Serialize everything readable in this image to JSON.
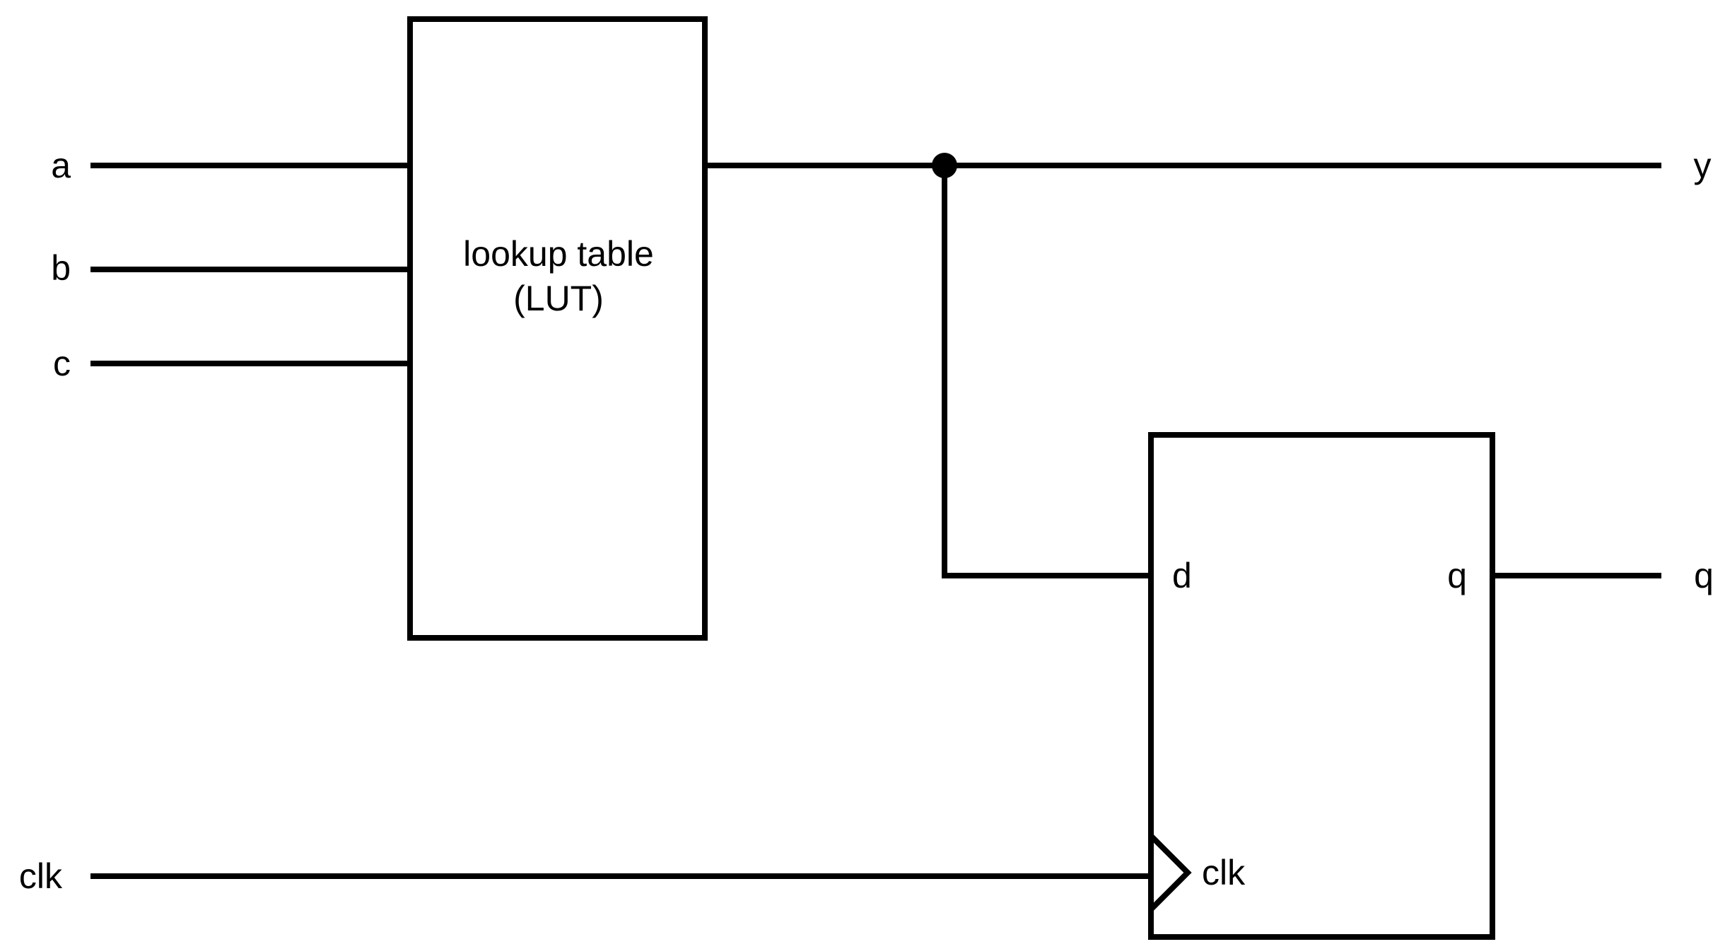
{
  "inputs": {
    "a": "a",
    "b": "b",
    "c": "c",
    "clk": "clk"
  },
  "outputs": {
    "y": "y",
    "q": "q"
  },
  "lut": {
    "label_line1": "lookup table",
    "label_line2": "(LUT)"
  },
  "flip_flop": {
    "d_port": "d",
    "q_port": "q",
    "clk_port": "clk"
  },
  "colors": {
    "stroke": "#000000",
    "background": "#ffffff"
  }
}
